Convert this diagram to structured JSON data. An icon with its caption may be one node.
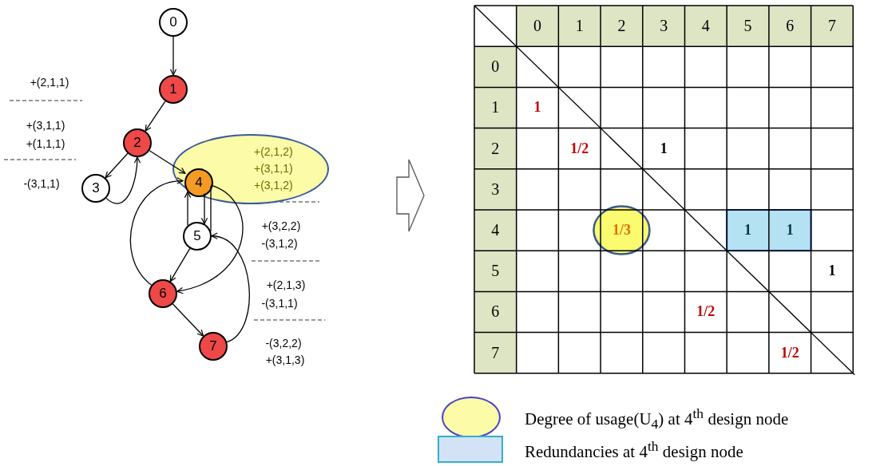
{
  "diagram": {
    "nodes": [
      {
        "text": [
          "0"
        ]
      },
      {
        "text": [
          "1"
        ]
      },
      {
        "text": [
          "2"
        ]
      },
      {
        "text": [
          "+(2,1,2)",
          "+(3,1,1)",
          "+(3,1,2)"
        ]
      },
      {
        "text": [
          "3"
        ]
      },
      {
        "text": [
          "4"
        ],
        "in": 3
      },
      {
        "text": [
          "5"
        ]
      },
      {
        "text": [
          "6"
        ]
      },
      {
        "text": [
          "7"
        ]
      }
    ],
    "edges": [
      {
        "from": 0,
        "to": 1,
        "arrow": "to"
      },
      {
        "from": 1,
        "to": 2,
        "arrow": "to"
      },
      {
        "from": 2,
        "to": 5,
        "arrow": "to"
      },
      {
        "from": 2,
        "to": 4,
        "arrow": "to"
      },
      {
        "from": 4,
        "to": 2,
        "arrow": "to"
      },
      {
        "from": 6,
        "to": 5,
        "arrow": "to"
      },
      {
        "from": 5,
        "to": 6,
        "arrow": "to"
      },
      {
        "from": 5,
        "to": 6,
        "arrow": "none"
      },
      {
        "from": 7,
        "to": 5,
        "arrow": "to"
      },
      {
        "from": 5,
        "to": 7,
        "arrow": "to"
      },
      {
        "from": 6,
        "to": 7,
        "arrow": "to"
      },
      {
        "from": 7,
        "to": 8,
        "arrow": "to"
      },
      {
        "from": 8,
        "to": 6,
        "arrow": "to"
      }
    ],
    "labels": [
      "+(2,1,1)",
      "+(3,1,1)",
      "+(1,1,1)",
      "-(3,1,1)",
      "+(3,2,2)",
      "-(3,1,2)",
      "+(2,1,3)",
      "-(3,1,1)",
      "-(3,2,2)",
      "+(3,1,3)",
      "0",
      "1",
      "2",
      "3",
      "4",
      "5",
      "6",
      "7",
      "0",
      "1",
      "1",
      "2",
      "1/2",
      "1",
      "3",
      "4",
      "1/3",
      "1",
      "1",
      "5",
      "1",
      "6",
      "1/2",
      "7",
      "1/2"
    ],
    "legend": [
      {
        "text": "Degree of usage(U$_{4}$) at 4$^{th}$ design node",
        "color": "#fbfba8"
      },
      {
        "text": "Redundancies at 4$^{th}$ design node",
        "color": "#d3e2f6"
      }
    ]
  }
}
